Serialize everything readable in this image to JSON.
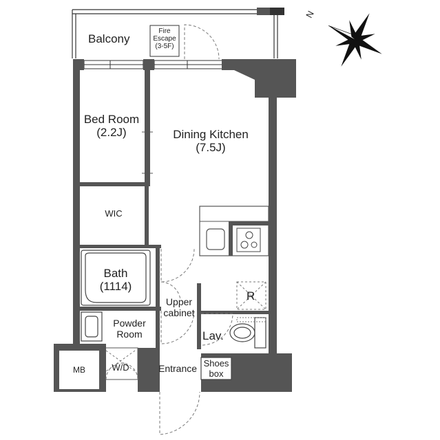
{
  "rooms": {
    "balcony": "Balcony",
    "fire_escape": [
      "Fire",
      "Escape",
      "(3-5F)"
    ],
    "bed_room": [
      "Bed Room",
      "(2.2J)"
    ],
    "dining_kitchen": [
      "Dining Kitchen",
      "(7.5J)"
    ],
    "wic": "WIC",
    "bath": [
      "Bath",
      "(1114)"
    ],
    "upper_cabinet": [
      "Upper",
      "cabinet"
    ],
    "powder_room": [
      "Powder",
      "Room"
    ],
    "lav": "Lav.",
    "fridge": "R",
    "wd": "W/D",
    "mb": "MB",
    "entrance": "Entrance",
    "shoes_box": [
      "Shoes",
      "box"
    ]
  },
  "compass": {
    "north_letter": "N"
  },
  "colors": {
    "wall": "#555555",
    "pillar": "#555555",
    "line": "#333333",
    "thin": "#777777",
    "label": "#222222"
  }
}
